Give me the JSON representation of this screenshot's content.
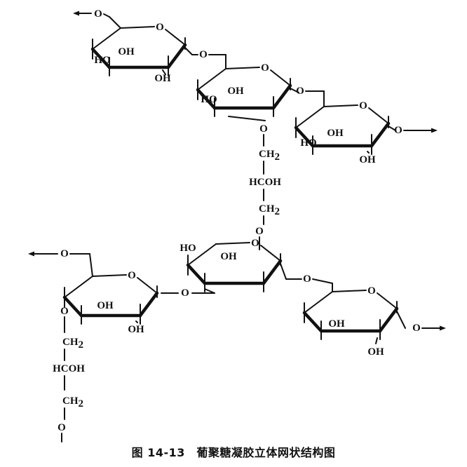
{
  "labels": {
    "ring_oxygen": "O",
    "linkage_oxygen": "O",
    "hydroxyl": "OH",
    "hydroxyl_left": "HO",
    "methylene": "CH",
    "methylene_sub": "2",
    "hydroxymethylene": "HCOH"
  },
  "caption": "图 14-13　葡聚糖凝胶立体网状结构图"
}
